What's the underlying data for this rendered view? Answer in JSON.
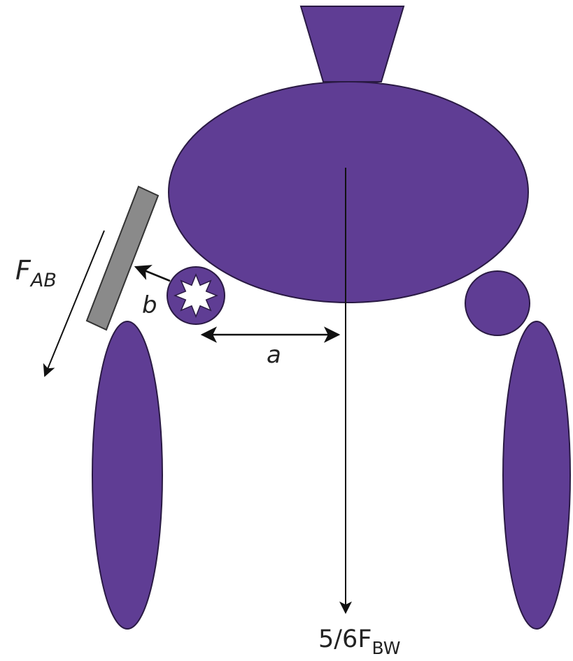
{
  "labels": {
    "force_ab_main": "F",
    "force_ab_sub": "AB",
    "moment_arm_b": "b",
    "moment_arm_a": "a",
    "body_weight_main": "5/6F",
    "body_weight_sub": "BW"
  },
  "colors": {
    "body_fill": "#5f3d94",
    "brace_fill": "#8a8a8a",
    "pivot_star": "#ffffff",
    "arrow": "#111111"
  }
}
